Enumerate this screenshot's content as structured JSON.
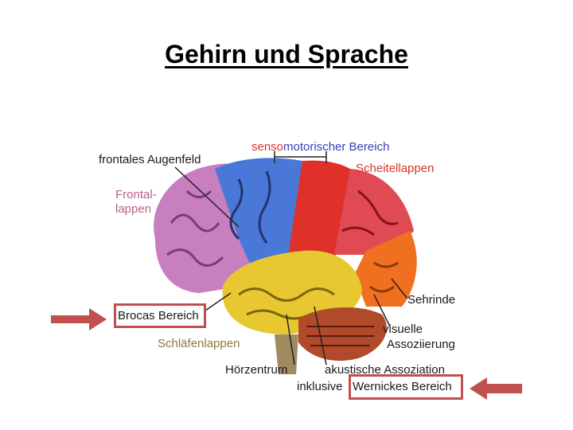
{
  "title": "Gehirn und Sprache",
  "labels": {
    "sensomotor_part1": "senso",
    "sensomotor_part2": "motorischer Bereich",
    "frontales_augenfeld": "frontales Augenfeld",
    "scheitellappen": "Scheitellappen",
    "frontallappen_line1": "Frontal-",
    "frontallappen_line2": "lappen",
    "sehrinde": "Sehrinde",
    "brocas_bereich": "Brocas Bereich",
    "visuelle_line1": "visuelle",
    "visuelle_line2": "Assoziierung",
    "schlaefenlappen": "Schläfenlappen",
    "hoerzentrum": "Hörzentrum",
    "akustische": "akustische Assoziation",
    "inklusive": "inklusive",
    "wernickes_bereich": "Wernickes Bereich"
  },
  "colors": {
    "highlight": "#c0504d",
    "frontal_lobe": "#c87fc0",
    "motor_cortex": "#4a78d8",
    "sensory_cortex": "#e0302a",
    "parietal_lobe": "#e04a55",
    "temporal_lobe": "#e8c830",
    "occipital_lobe": "#f07020",
    "cerebellum": "#b04a2a"
  }
}
